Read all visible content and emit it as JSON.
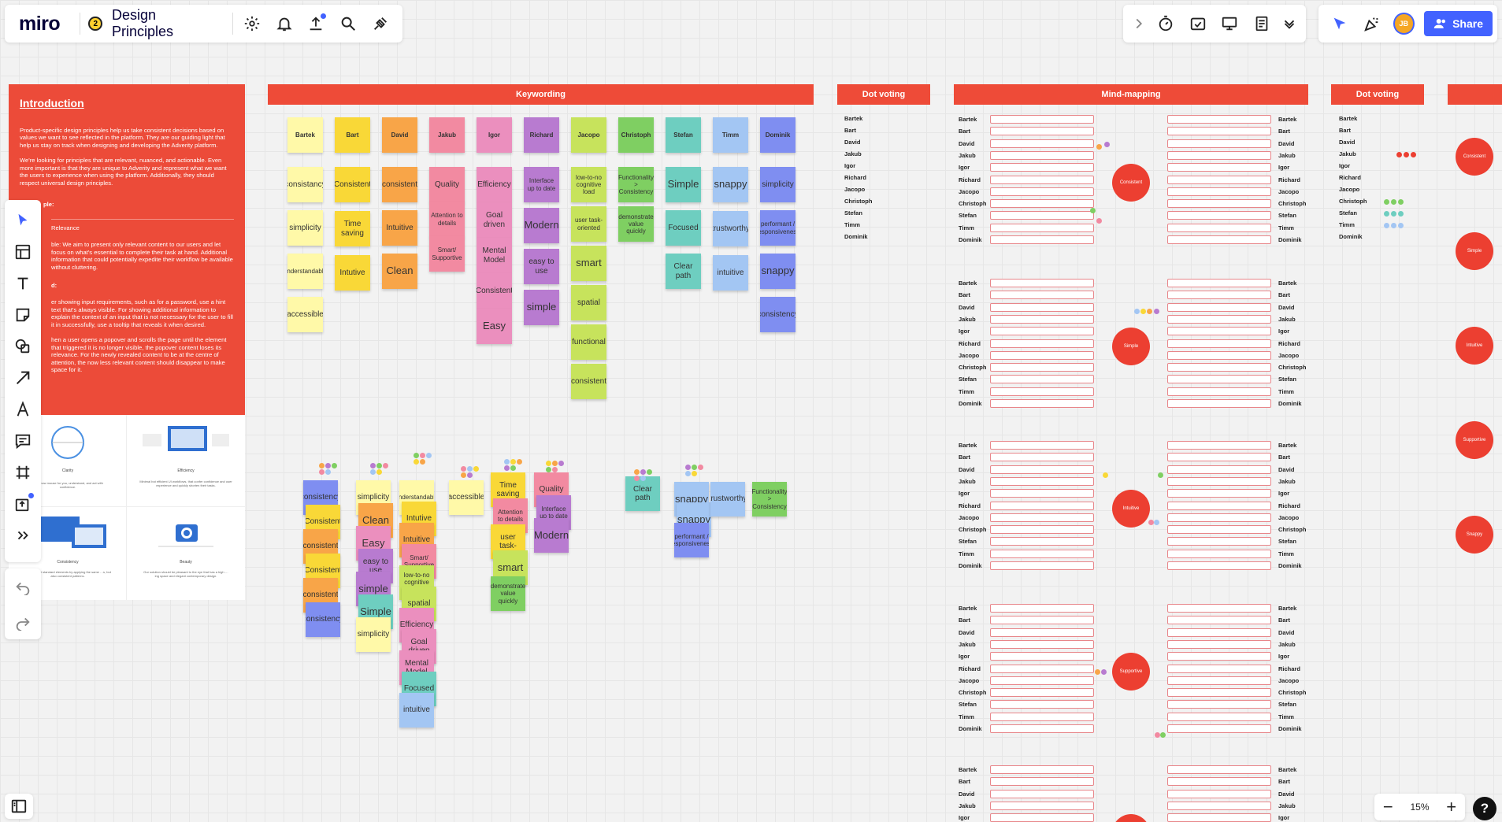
{
  "app": {
    "logo": "miro",
    "board_title": "Design Principles",
    "badge": "2",
    "share_label": "Share",
    "avatar_initials": "JB",
    "zoom": "15%"
  },
  "intro": {
    "title": "Introduction",
    "p1": "Product-specific design principles help us take consistent decisions based on values we want to see reflected in the platform. They are our guiding light that help us stay on track when designing and developing the Adverity platform.",
    "p2": "We're looking for principles that are relevant, nuanced, and actionable. Even more important is that they are unique to Adverity and represent what we want the users to experience when using the platform. Additionally, they should respect universal design principles.",
    "example_label": "ple:",
    "relevance": "Relevance",
    "p3": "ble: We aim to present only relevant content to our users and let focus on what's essential to complete their task at hand. Additional information that could potentially expedite their workflow be available without cluttering.",
    "p4": "d:",
    "p5": "er showing input requirements, such as for a password, use a hint text that's always visible. For showing additional information to explain the context of an input that is not necessary for the user to fill it in successfully, use a tooltip that reveals it when desired.",
    "p6": "hen a user opens a popover and scrolls the page until the element that triggered it is no longer visible, the popover content loses its relevance. For the newly revealed content to be at the centre of attention, the now less relevant content should disappear to make space for it.",
    "cards": [
      {
        "label": "Clarity",
        "desc": "…ly know mouse for you, understand, and act with confidence."
      },
      {
        "label": "Efficiency",
        "desc": "Minimal but efficient UI workflows, that confer confidence and user experience and quickly shorten their tasks."
      },
      {
        "label": "Consistency",
        "desc": "…y of visual standard elements by applying the same …s, but also consistent patterns."
      },
      {
        "label": "Beauty",
        "desc": "Our solution should be pleasant to the eye that has a high …ing space and elegant contemporary design."
      }
    ]
  },
  "headers": {
    "keywording": "Keywording",
    "dot_voting_1": "Dot voting",
    "mind_mapping": "Mind-mapping",
    "dot_voting_2": "Dot voting"
  },
  "people": [
    "Bartek",
    "Bart",
    "David",
    "Jakub",
    "Igor",
    "Richard",
    "Jacopo",
    "Christoph",
    "Stefan",
    "Timm",
    "Dominik"
  ],
  "voting_people": [
    "Bartek",
    "Bart",
    "David",
    "Jakub",
    "Igor",
    "Richard",
    "Jacopo",
    "Christoph",
    "Stefan",
    "Timm",
    "Dominik"
  ],
  "mind_groups": [
    {
      "name": "Consistent"
    },
    {
      "name": "Simple"
    },
    {
      "name": "Intuitive"
    },
    {
      "name": "Supportive"
    },
    {
      "name": "Snappy"
    }
  ],
  "right_circles": [
    "Consistent",
    "Simple",
    "Intuitive",
    "Supportive",
    "Snappy"
  ],
  "columns": [
    {
      "head": "Bartek",
      "color": "#fff9a8",
      "items": [
        "consistancy",
        "simplicity",
        "understandable",
        "accessible"
      ]
    },
    {
      "head": "Bart",
      "color": "#f9d837",
      "items": [
        "Consistent",
        "Time saving",
        "Intutive"
      ]
    },
    {
      "head": "David",
      "color": "#f8a548",
      "items": [
        "consistent",
        "Intuitive",
        "Clean"
      ]
    },
    {
      "head": "Jakub",
      "color": "#f28aa1",
      "items": [
        "Quality",
        "Attention to details",
        "Smart/ Supportive"
      ]
    },
    {
      "head": "Igor",
      "color": "#eb8fbe",
      "items": [
        "Efficiency",
        "Goal driven",
        "Mental Model",
        "Consistent",
        "Easy"
      ]
    },
    {
      "head": "Richard",
      "color": "#b87bd0",
      "items": [
        "Interface up to date",
        "Modern",
        "easy to use",
        "simple"
      ]
    },
    {
      "head": "Jacopo",
      "color": "#c7e35c",
      "items": [
        "low-to-no cognitive load",
        "user task-oriented",
        "smart",
        "spatial",
        "functional",
        "consistent"
      ]
    },
    {
      "head": "Christoph",
      "color": "#7fcf62",
      "items": [
        "Functionality > Consistency",
        "demonstrate value quickly"
      ]
    },
    {
      "head": "Stefan",
      "color": "#6ecec0",
      "items": [
        "Simple",
        "Focused",
        "Clear path"
      ]
    },
    {
      "head": "Timm",
      "color": "#a3c6f3",
      "items": [
        "snappy",
        "trustworthy",
        "intuitive"
      ]
    },
    {
      "head": "Dominik",
      "color": "#7f8ef1",
      "items": [
        "simplicity",
        "performant / responsiveness",
        "snappy",
        "consistency"
      ]
    }
  ],
  "clusters": [
    {
      "items": [
        "consistency",
        "Consistent",
        "consistent",
        "Consistent",
        "consistent",
        "consistency"
      ]
    },
    {
      "items": [
        "simplicity",
        "Clean",
        "Easy",
        "easy to use",
        "simple",
        "Simple",
        "simplicity"
      ]
    },
    {
      "items": [
        "understandable",
        "Intutive",
        "Intuitive",
        "Smart/ Supportive",
        "low-to-no cognitive load",
        "spatial",
        "Efficiency",
        "Goal driven",
        "Mental Model",
        "Focused",
        "intuitive"
      ]
    },
    {
      "items": [
        "accessible"
      ]
    },
    {
      "items": [
        "Time saving",
        "Attention to details",
        "user task-",
        "smart",
        "demonstrate value quickly"
      ]
    },
    {
      "items": [
        "Quality",
        "Interface up to date",
        "Modern"
      ]
    },
    {
      "items": [
        "Clear path"
      ]
    },
    {
      "items": [
        "snappy",
        "snappy",
        "performant / responsiveness"
      ]
    },
    {
      "items": [
        "trustworthy"
      ]
    },
    {
      "items": [
        "Functionality > Consistency"
      ]
    }
  ]
}
